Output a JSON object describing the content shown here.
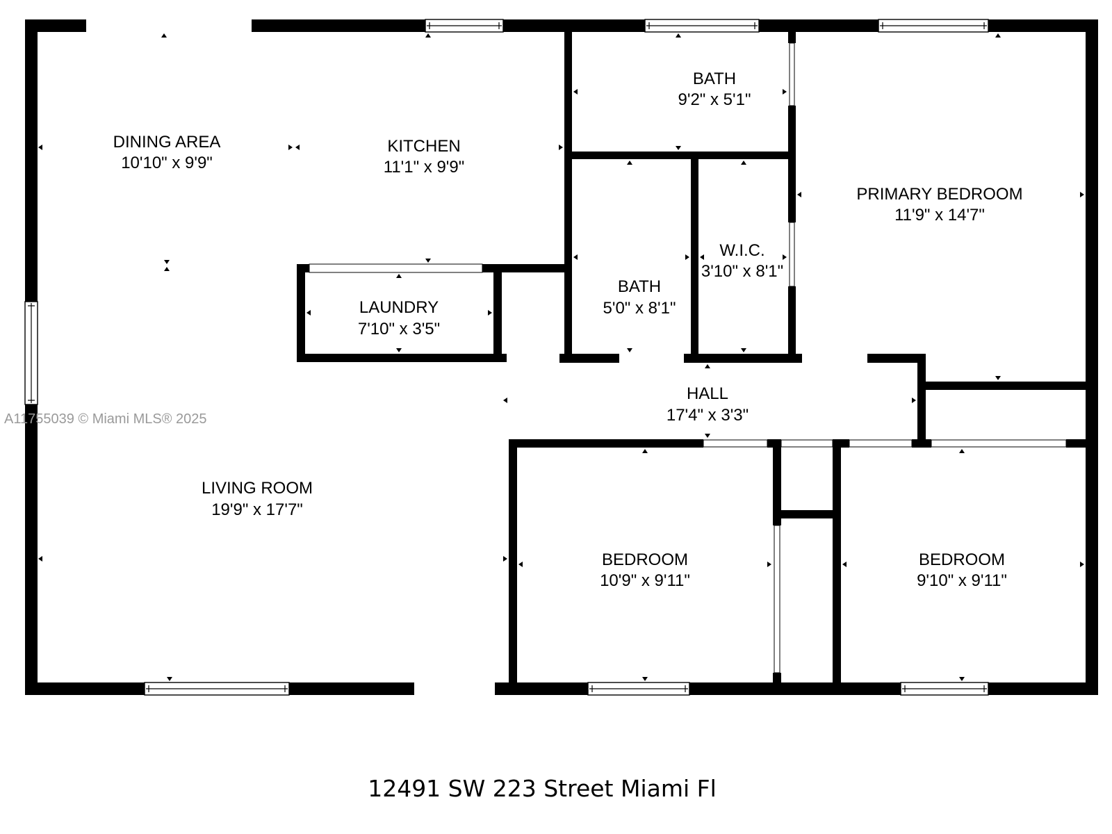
{
  "rooms": {
    "dining": {
      "name": "DINING AREA",
      "dims": "10'10\" x 9'9\""
    },
    "kitchen": {
      "name": "KITCHEN",
      "dims": "11'1\" x 9'9\""
    },
    "bath_top": {
      "name": "BATH",
      "dims": "9'2\" x 5'1\""
    },
    "primary_bedroom": {
      "name": "PRIMARY BEDROOM",
      "dims": "11'9\" x 14'7\""
    },
    "wic": {
      "name": "W.I.C.",
      "dims": "3'10\" x 8'1\""
    },
    "bath_mid": {
      "name": "BATH",
      "dims": "5'0\" x 8'1\""
    },
    "laundry": {
      "name": "LAUNDRY",
      "dims": "7'10\" x 3'5\""
    },
    "hall": {
      "name": "HALL",
      "dims": "17'4\" x 3'3\""
    },
    "living": {
      "name": "LIVING ROOM",
      "dims": "19'9\" x 17'7\""
    },
    "bedroom_mid": {
      "name": "BEDROOM",
      "dims": "10'9\" x 9'11\""
    },
    "bedroom_right": {
      "name": "BEDROOM",
      "dims": "9'10\" x 9'11\""
    }
  },
  "watermark": "A11755039 © Miami MLS® 2025",
  "address": "12491 SW 223 Street Miami Fl",
  "colors": {
    "wall": "#000000",
    "background": "#ffffff",
    "watermark": "#9a9a9a"
  }
}
